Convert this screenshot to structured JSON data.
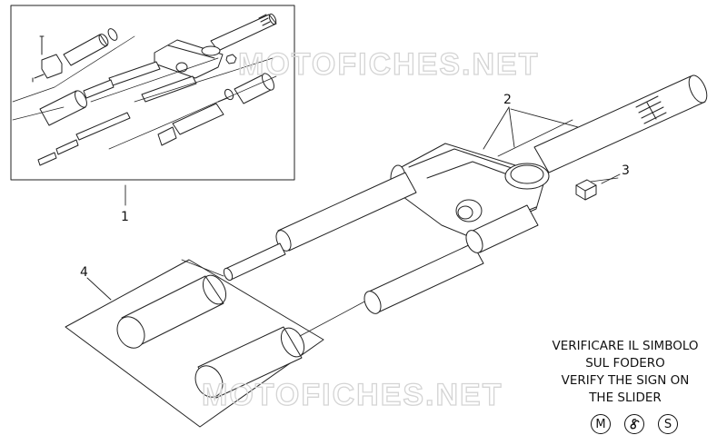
{
  "callouts": {
    "c1": "1",
    "c2": "2",
    "c3": "3",
    "c4": "4"
  },
  "watermark": {
    "text_top": "MOTOFICHES.NET",
    "text_bottom": "MOTOFICHES.NET"
  },
  "note": {
    "line1": "VERIFICARE IL SIMBOLO",
    "line2": "SUL FODERO",
    "line3": "VERIFY THE SIGN ON",
    "line4": "THE SLIDER"
  },
  "symbols": {
    "m": "M",
    "s": "S"
  },
  "colors": {
    "line": "#222222",
    "watermark": "#d4d4d4"
  }
}
